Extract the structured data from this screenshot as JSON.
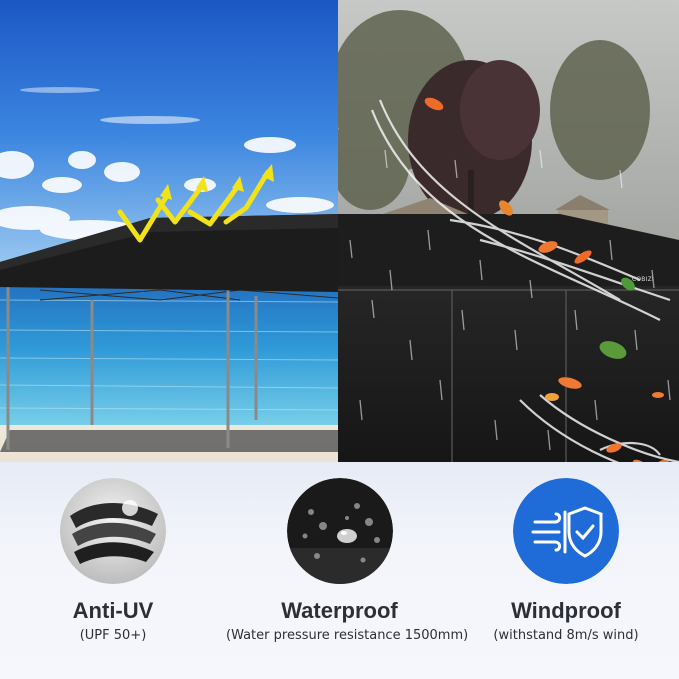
{
  "brand": {
    "logo_text": "COBIZI"
  },
  "features": [
    {
      "title": "Anti-UV",
      "subtitle": "(UPF 50+)",
      "icon": "uv-layers-icon"
    },
    {
      "title": "Waterproof",
      "subtitle": "(Water pressure resistance 1500mm)",
      "icon": "water-drops-icon"
    },
    {
      "title": "Windproof",
      "subtitle": "(withstand 8m/s wind)",
      "icon": "wind-shield-icon"
    }
  ],
  "colors": {
    "icon_blue": "#1f6bd8",
    "text": "#2c2f36",
    "arrow": "#f2e21a"
  }
}
